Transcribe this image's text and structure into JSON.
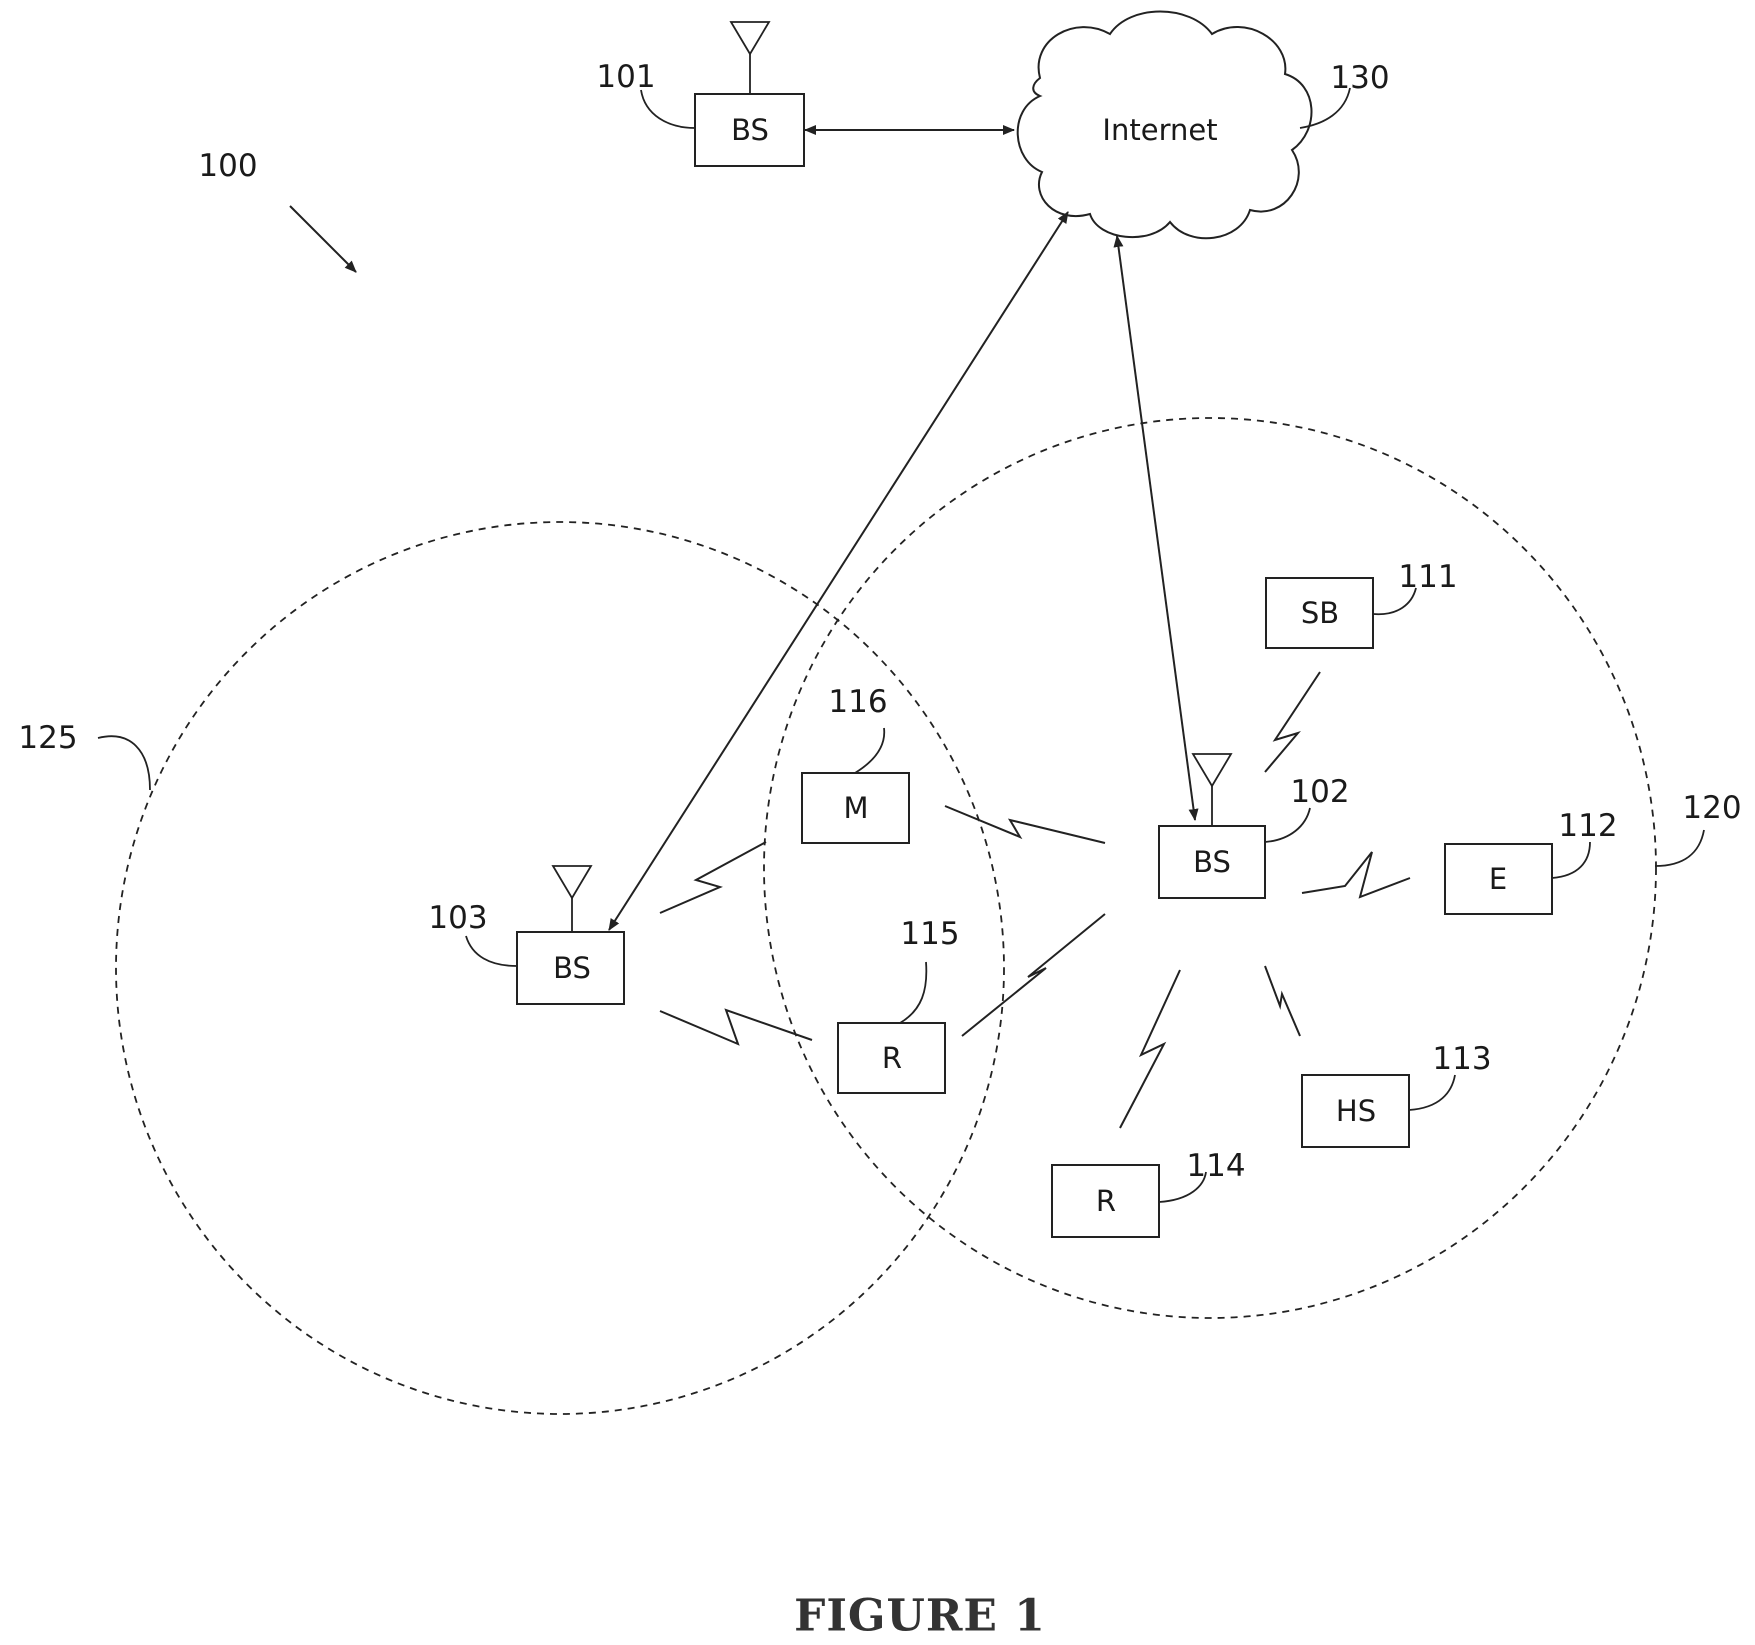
{
  "figure": {
    "caption": "FIGURE 1",
    "system_ref": "100"
  },
  "internet": {
    "label": "Internet",
    "ref": "130"
  },
  "coverage": {
    "area_120_ref": "120",
    "area_125_ref": "125"
  },
  "base_stations": [
    {
      "id": "bs101",
      "label": "BS",
      "ref": "101"
    },
    {
      "id": "bs102",
      "label": "BS",
      "ref": "102"
    },
    {
      "id": "bs103",
      "label": "BS",
      "ref": "103"
    }
  ],
  "user_equipment": [
    {
      "id": "ue111",
      "label": "SB",
      "ref": "111"
    },
    {
      "id": "ue112",
      "label": "E",
      "ref": "112"
    },
    {
      "id": "ue113",
      "label": "HS",
      "ref": "113"
    },
    {
      "id": "ue114",
      "label": "R",
      "ref": "114"
    },
    {
      "id": "ue115",
      "label": "R",
      "ref": "115"
    },
    {
      "id": "ue116",
      "label": "M",
      "ref": "116"
    }
  ],
  "icons": {
    "antenna": "antenna-icon",
    "cloud": "cloud-icon",
    "wireless_link": "lightning-bolt-icon",
    "pointer_arrow": "arrow-icon"
  }
}
